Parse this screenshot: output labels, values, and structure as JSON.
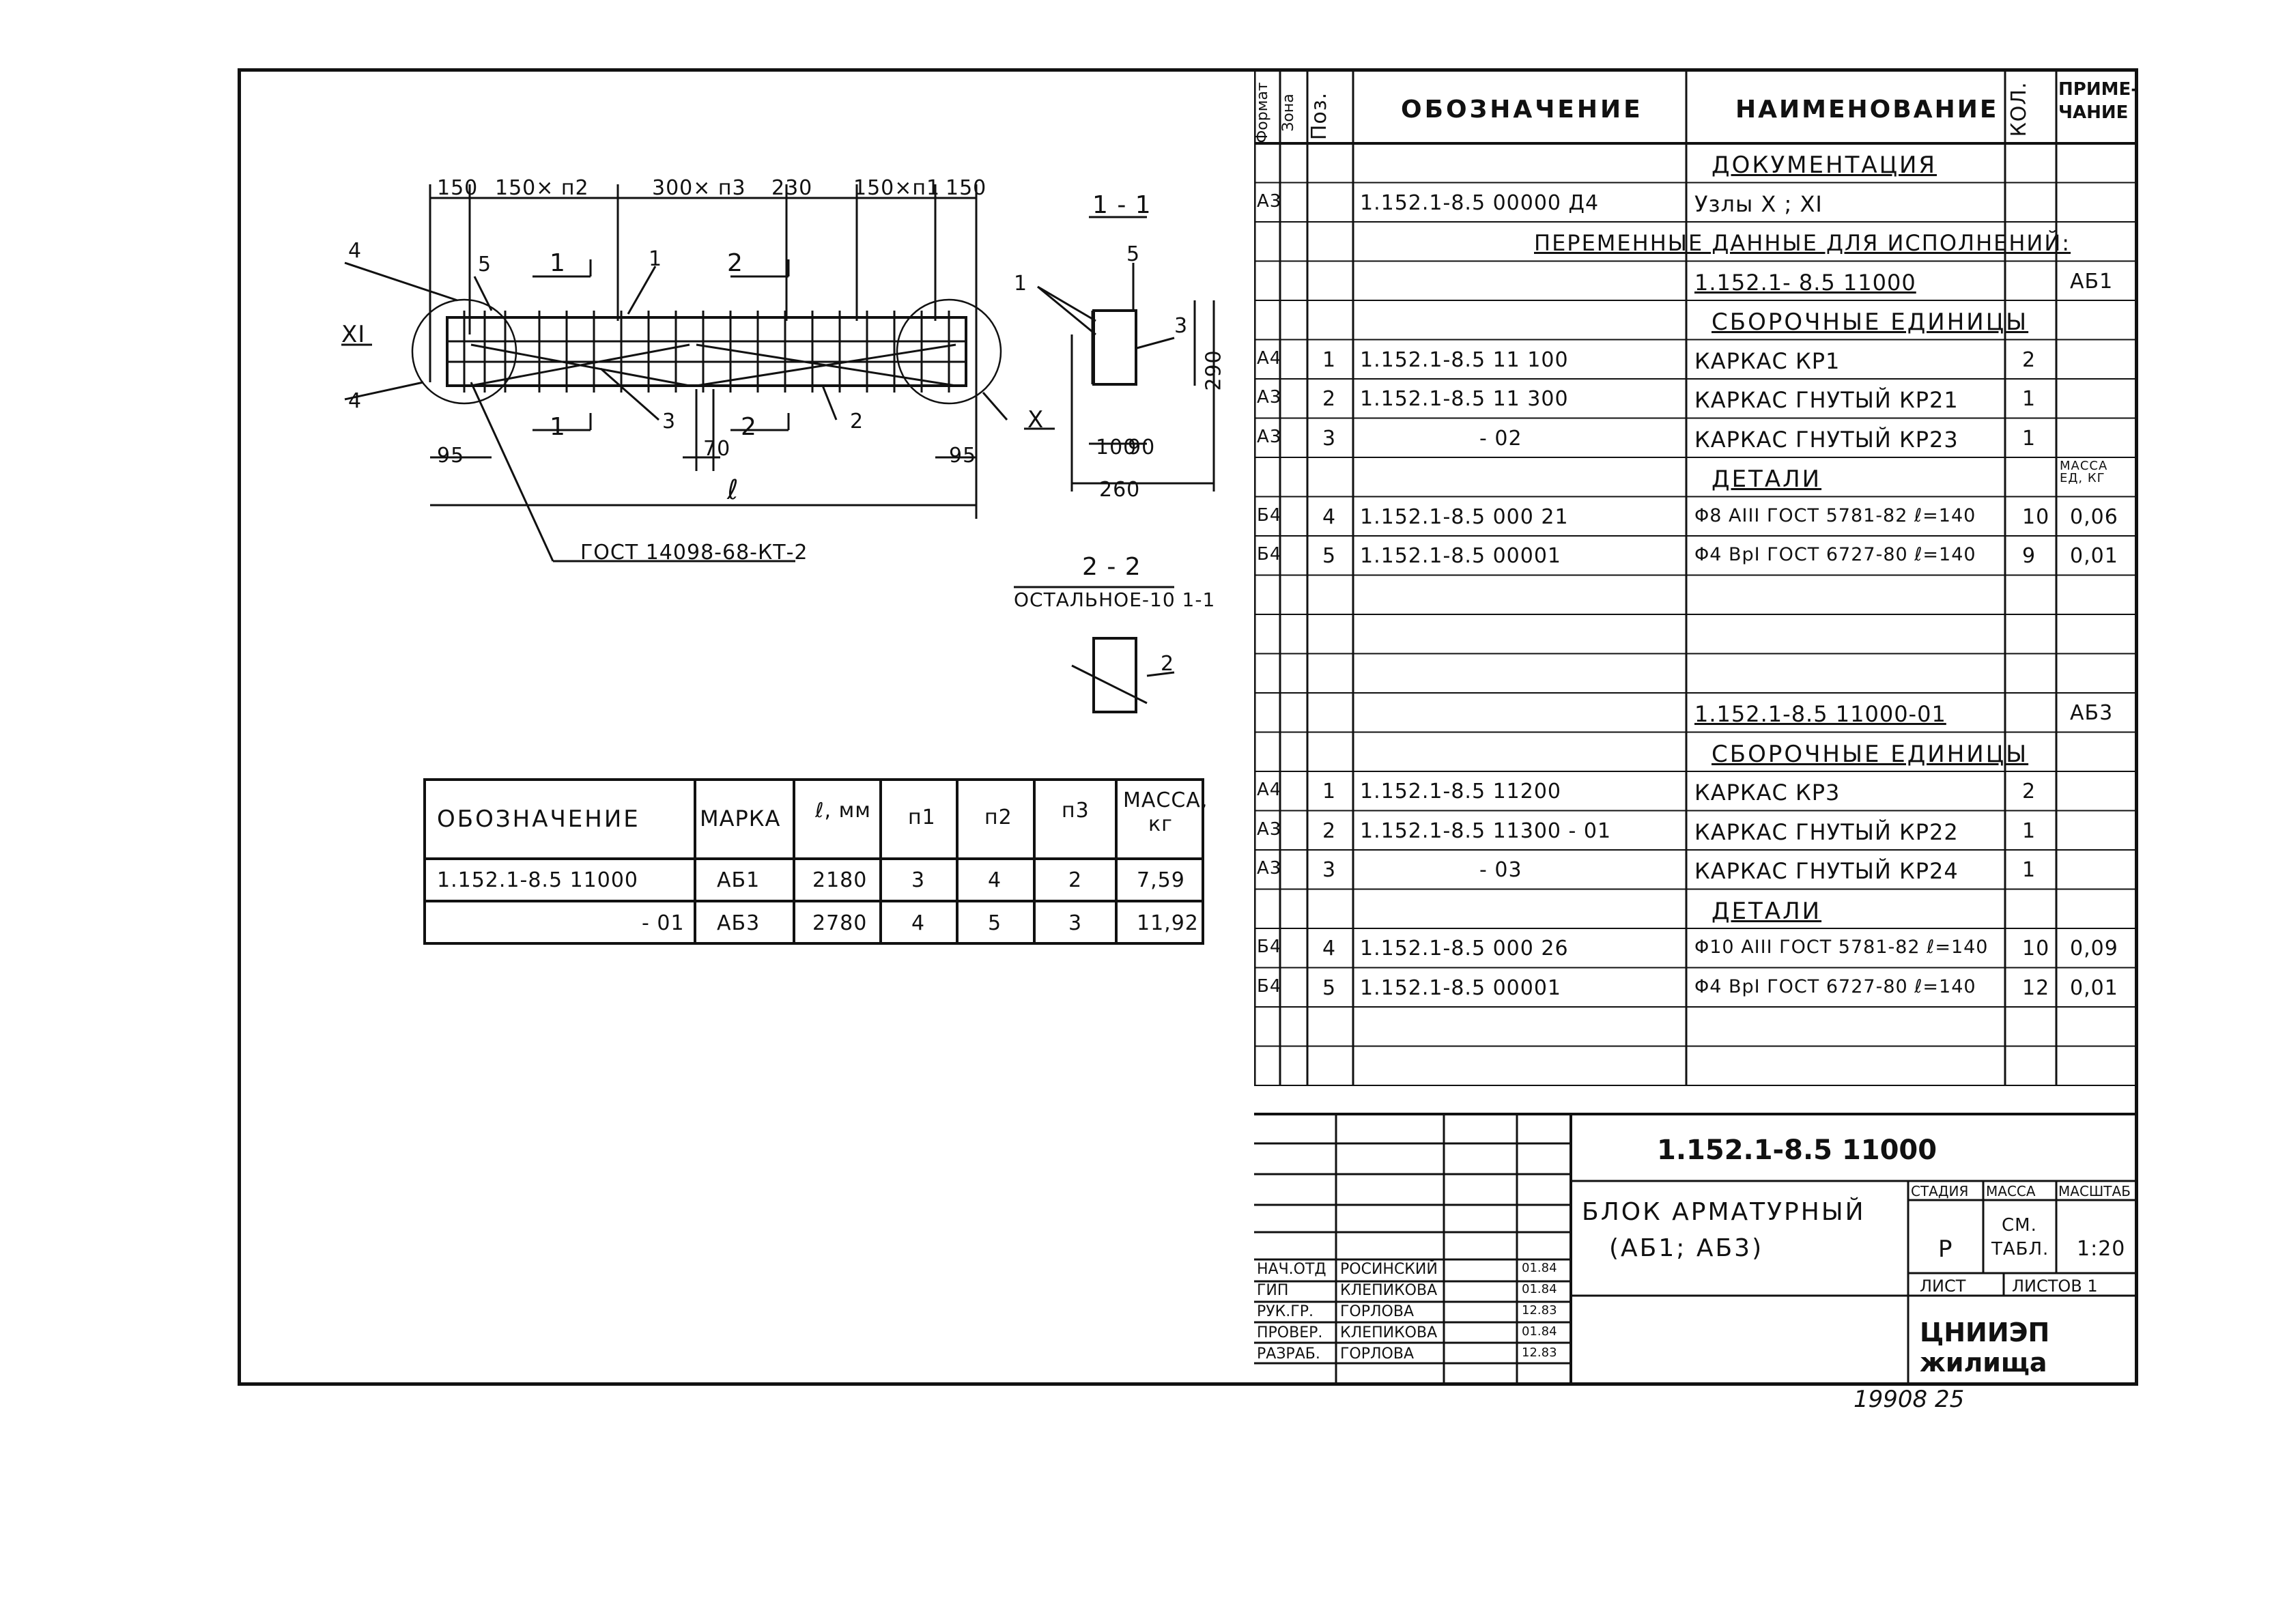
{
  "drawing": {
    "dims_top": [
      "150",
      "150× п2",
      "300× п3",
      "230",
      "150×п1",
      "150"
    ],
    "dims_bottom": [
      "95",
      "70",
      "95"
    ],
    "dim_length": "ℓ",
    "callouts": [
      "1",
      "2",
      "3",
      "4",
      "4",
      "5"
    ],
    "sections_main": [
      "1",
      "1",
      "2",
      "2"
    ],
    "node_xi": "XI",
    "node_x": "X",
    "gost_label": "ГОСТ 14098-68-КТ-2",
    "section_11_title": "1 - 1",
    "section_11_callouts": [
      "1",
      "5",
      "3"
    ],
    "section_11_dims": [
      "290",
      "100",
      "90",
      "260"
    ],
    "section_22_title": "2 - 2",
    "section_22_subtitle": "ОСТАЛЬНОЕ-10 1-1",
    "section_22_callout": "2"
  },
  "variant_table": {
    "headers": [
      "ОБОЗНАЧЕНИЕ",
      "МАРКА",
      "ℓ, мм",
      "п1",
      "п2",
      "п3",
      "МАССА, кг"
    ],
    "rows": [
      [
        "1.152.1-8.5   11000",
        "АБ1",
        "2180",
        "3",
        "4",
        "2",
        "7,59"
      ],
      [
        "- 01",
        "АБ3",
        "2780",
        "4",
        "5",
        "3",
        "11,92"
      ]
    ]
  },
  "spec": {
    "headers": [
      "Формат",
      "Зона",
      "Поз.",
      "ОБОЗНАЧЕНИЕ",
      "НАИМЕНОВАНИЕ",
      "КОЛ.",
      "ПРИМЕ- ЧАНИЕ"
    ],
    "rows": [
      {
        "fmt": "",
        "pos": "",
        "code": "",
        "name": "ДОКУМЕНТАЦИЯ",
        "qty": "",
        "note": "",
        "style": "heading"
      },
      {
        "fmt": "А3",
        "pos": "",
        "code": "1.152.1-8.5   00000 Д4",
        "name": "Узлы X ; XI",
        "qty": "",
        "note": ""
      },
      {
        "fmt": "",
        "pos": "",
        "code": "",
        "name": "ПЕРЕМЕННЫЕ ДАННЫЕ ДЛЯ ИСПОЛНЕНИЙ:",
        "qty": "",
        "note": "",
        "style": "span"
      },
      {
        "fmt": "",
        "pos": "",
        "code": "",
        "name": "1.152.1- 8.5  11000",
        "qty": "",
        "note": "АБ1",
        "style": "underline"
      },
      {
        "fmt": "",
        "pos": "",
        "code": "",
        "name": "СБОРОЧНЫЕ ЕДИНИЦЫ",
        "qty": "",
        "note": "",
        "style": "heading"
      },
      {
        "fmt": "А4",
        "pos": "1",
        "code": "1.152.1-8.5   11 100",
        "name": "КАРКАС  КР1",
        "qty": "2",
        "note": ""
      },
      {
        "fmt": "А3",
        "pos": "2",
        "code": "1.152.1-8.5   11 300",
        "name": "КАРКАС ГНУТЫЙ КР21",
        "qty": "1",
        "note": ""
      },
      {
        "fmt": "А3",
        "pos": "3",
        "code": "- 02",
        "name": "КАРКАС ГНУТЫЙ КР23",
        "qty": "1",
        "note": "",
        "style": "coderight"
      },
      {
        "fmt": "",
        "pos": "",
        "code": "",
        "name": "ДЕТАЛИ",
        "qty": "",
        "note": "МАССА ЕД, КГ",
        "style": "heading"
      },
      {
        "fmt": "Б4",
        "pos": "4",
        "code": "1.152.1-8.5   000 21",
        "name": "Φ8 AIII ГОСТ 5781-82 ℓ=140",
        "qty": "10",
        "note": "0,06"
      },
      {
        "fmt": "Б4",
        "pos": "5",
        "code": "1.152.1-8.5   00001",
        "name": "Φ4 BpI ГОСТ 6727-80 ℓ=140",
        "qty": "9",
        "note": "0,01"
      },
      {
        "fmt": "",
        "pos": "",
        "code": "",
        "name": "",
        "qty": "",
        "note": ""
      },
      {
        "fmt": "",
        "pos": "",
        "code": "",
        "name": "",
        "qty": "",
        "note": ""
      },
      {
        "fmt": "",
        "pos": "",
        "code": "",
        "name": "",
        "qty": "",
        "note": ""
      },
      {
        "fmt": "",
        "pos": "",
        "code": "",
        "name": "1.152.1-8.5  11000-01",
        "qty": "",
        "note": "АБ3",
        "style": "underline"
      },
      {
        "fmt": "",
        "pos": "",
        "code": "",
        "name": "СБОРОЧНЫЕ ЕДИНИЦЫ",
        "qty": "",
        "note": "",
        "style": "heading"
      },
      {
        "fmt": "А4",
        "pos": "1",
        "code": "1.152.1-8.5   11200",
        "name": "КАРКАС  КР3",
        "qty": "2",
        "note": ""
      },
      {
        "fmt": "А3",
        "pos": "2",
        "code": "1.152.1-8.5   11300 - 01",
        "name": "КАРКАС ГНУТЫЙ КР22",
        "qty": "1",
        "note": ""
      },
      {
        "fmt": "А3",
        "pos": "3",
        "code": "- 03",
        "name": "КАРКАС ГНУТЫЙ КР24",
        "qty": "1",
        "note": "",
        "style": "coderight"
      },
      {
        "fmt": "",
        "pos": "",
        "code": "",
        "name": "ДЕТАЛИ",
        "qty": "",
        "note": "",
        "style": "heading"
      },
      {
        "fmt": "Б4",
        "pos": "4",
        "code": "1.152.1-8.5   000 26",
        "name": "Φ10 AIII ГОСТ 5781-82 ℓ=140",
        "qty": "10",
        "note": "0,09"
      },
      {
        "fmt": "Б4",
        "pos": "5",
        "code": "1.152.1-8.5   00001",
        "name": "Φ4 BpI ГОСТ 6727-80 ℓ=140",
        "qty": "12",
        "note": "0,01"
      },
      {
        "fmt": "",
        "pos": "",
        "code": "",
        "name": "",
        "qty": "",
        "note": ""
      },
      {
        "fmt": "",
        "pos": "",
        "code": "",
        "name": "",
        "qty": "",
        "note": ""
      }
    ]
  },
  "title_block": {
    "doc_code": "1.152.1-8.5   11000",
    "title_line1": "БЛОК  АРМАТУРНЫЙ",
    "title_line2": "(АБ1;  АБ3)",
    "stage_label": "СТАДИЯ",
    "mass_label": "МАССА",
    "scale_label": "МАСШТАБ",
    "stage": "Р",
    "mass_line1": "СМ.",
    "mass_line2": "ТАБЛ.",
    "scale": "1:20",
    "sheet_label": "ЛИСТ",
    "sheets_label": "ЛИСТОВ 1",
    "org": "ЦНИИЭП жилища",
    "signers": [
      {
        "role": "НАЧ.ОТД",
        "name": "РОСИНСКИЙ",
        "date": "01.84"
      },
      {
        "role": "ГИП",
        "name": "КЛЕПИКОВА",
        "date": "01.84"
      },
      {
        "role": "РУК.ГР.",
        "name": "ГОРЛОВА",
        "date": "12.83"
      },
      {
        "role": "ПРОВЕР.",
        "name": "КЛЕПИКОВА",
        "date": "01.84"
      },
      {
        "role": "РАЗРАБ.",
        "name": "ГОРЛОВА",
        "date": "12.83"
      }
    ]
  },
  "footer_number": "19908  25"
}
